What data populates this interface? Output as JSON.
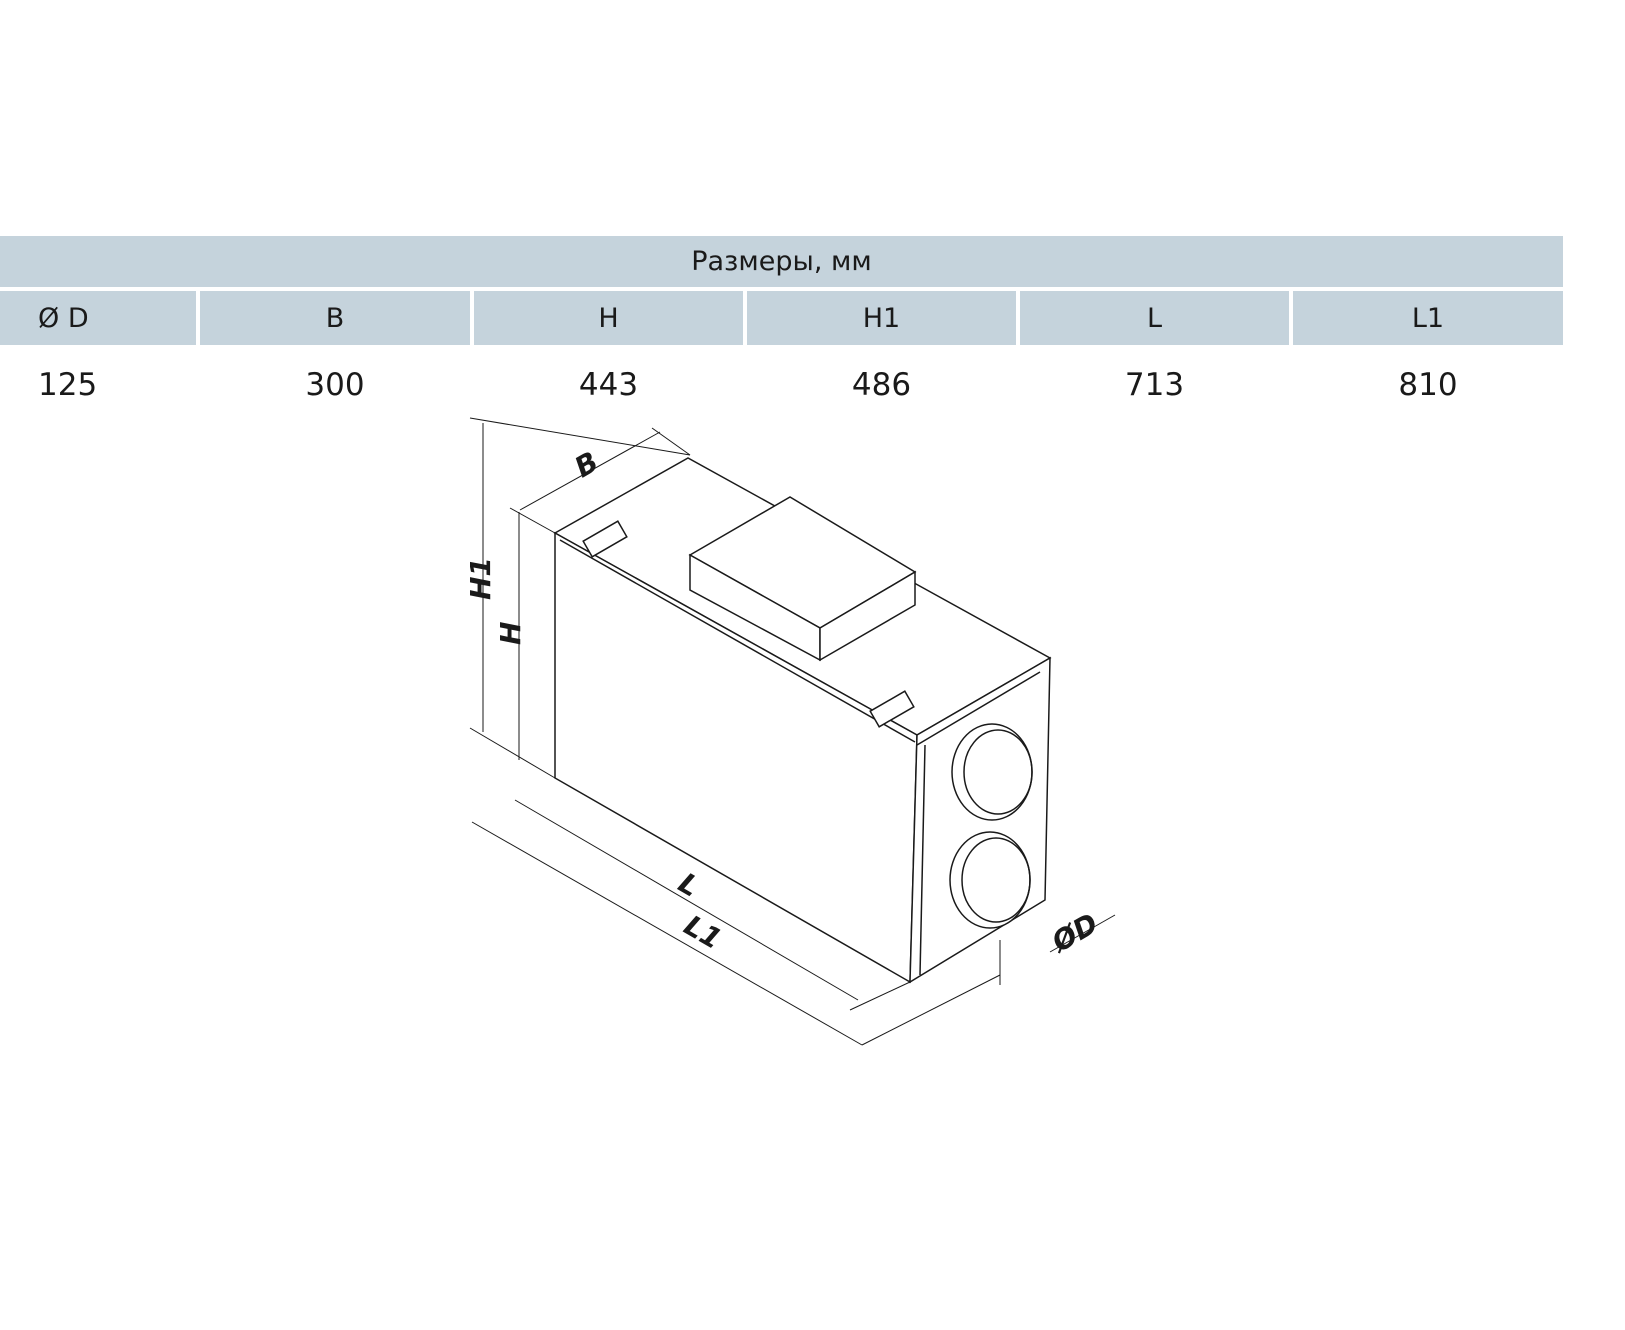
{
  "table": {
    "title": "Размеры, мм",
    "headers": [
      "Ø D",
      "B",
      "H",
      "H1",
      "L",
      "L1"
    ],
    "values": [
      "125",
      "300",
      "443",
      "486",
      "713",
      "810"
    ]
  },
  "drawing": {
    "labels": {
      "b": "B",
      "h1": "H1",
      "h": "H",
      "l": "L",
      "l1": "L1",
      "d": "ØD"
    }
  }
}
